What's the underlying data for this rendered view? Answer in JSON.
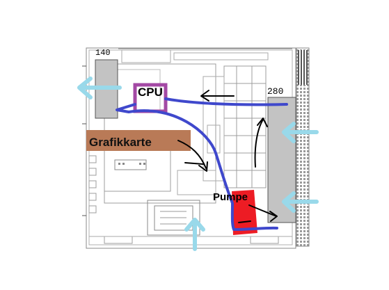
{
  "labels": {
    "fan_top": "140",
    "fan_front": "280",
    "cpu": "CPU",
    "gpu": "Grafikkarte",
    "pump": "Pumpe"
  },
  "colors": {
    "cpu_block": "#a349a4",
    "gpu_block": "#b97a57",
    "pump_block": "#ed1c24",
    "coolant_loop": "#3f48cc",
    "airflow_intake_exhaust": "#99d9ea",
    "airflow_internal": "#000000",
    "fan_radiator": "#c3c3c3",
    "case_outline": "#7f7f7f"
  }
}
